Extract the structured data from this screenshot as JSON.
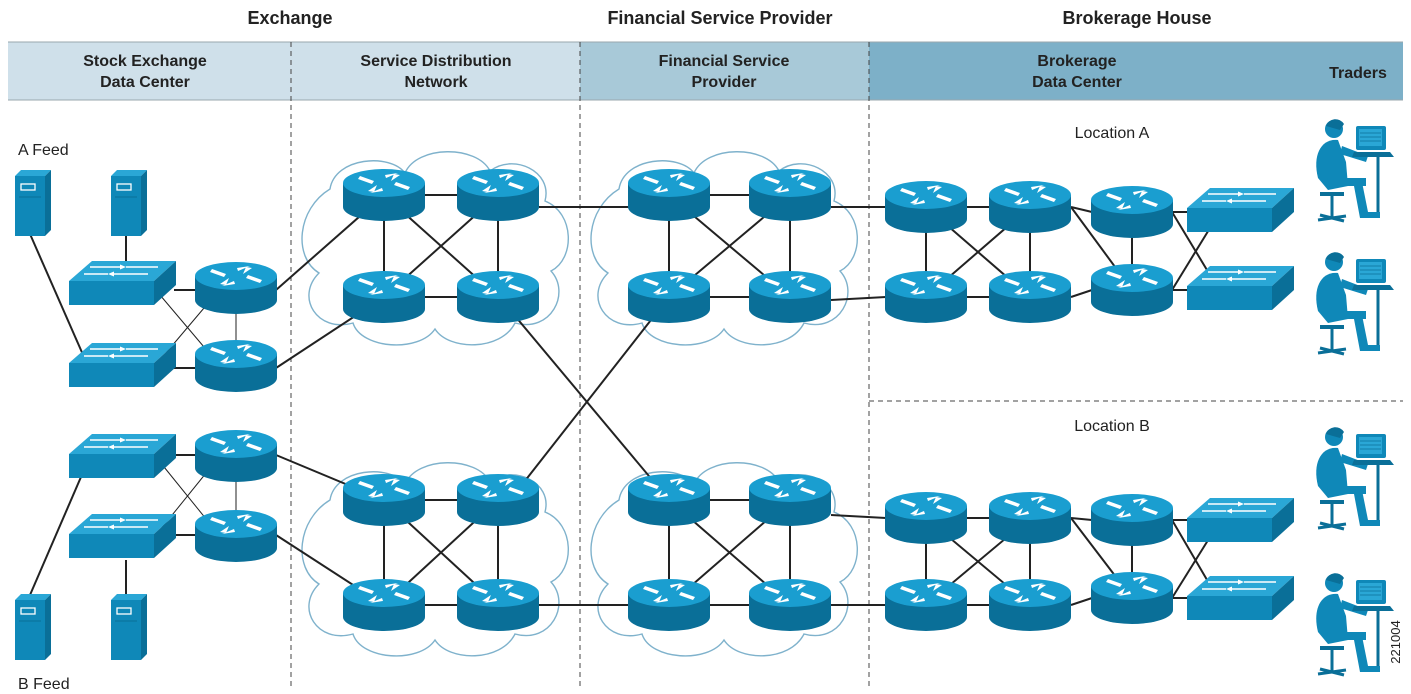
{
  "top_groups": [
    {
      "label": "Exchange"
    },
    {
      "label": "Financial Service Provider"
    },
    {
      "label": "Brokerage House"
    }
  ],
  "sections": [
    {
      "line1": "Stock Exchange",
      "line2": "Data Center"
    },
    {
      "line1": "Service Distribution",
      "line2": "Network"
    },
    {
      "line1": "Financial Service",
      "line2": "Provider"
    },
    {
      "line1": "Brokerage",
      "line2": "Data Center"
    },
    {
      "line1": "Traders",
      "line2": ""
    }
  ],
  "labels": {
    "a_feed": "A Feed",
    "b_feed": "B Feed",
    "location_a": "Location A",
    "location_b": "Location B",
    "figure_id": "221004"
  },
  "colors": {
    "band_light": "#cfe0ea",
    "band_mid": "#a8c9d8",
    "band_dark": "#7db0c8",
    "device": "#0f88b8",
    "device_dark": "#0a6f98",
    "device_top": "#2aa7d6",
    "cloud_stroke": "#7fb2cc",
    "link": "#222222"
  },
  "icons": [
    "router-icon",
    "switch-icon",
    "server-icon",
    "trader-workstation-icon",
    "cloud-icon"
  ]
}
